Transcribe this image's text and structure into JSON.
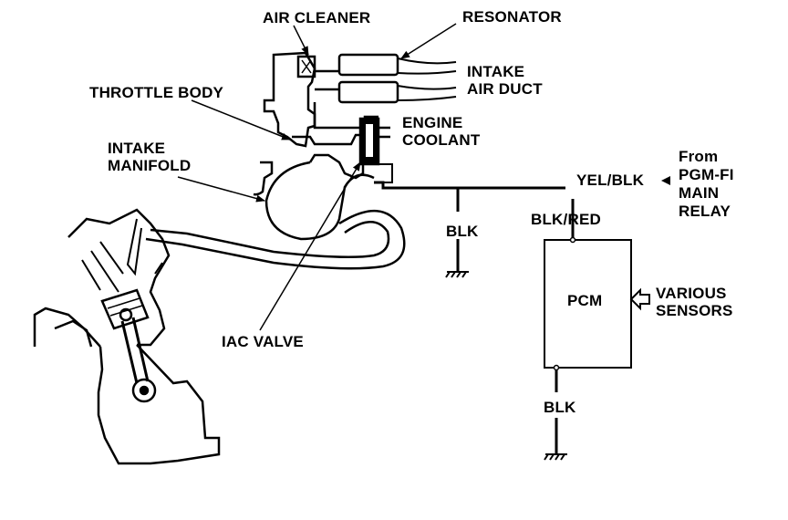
{
  "labels": {
    "air_cleaner": "AIR CLEANER",
    "resonator": "RESONATOR",
    "intake_air_duct": "INTAKE\nAIR DUCT",
    "throttle_body": "THROTTLE BODY",
    "engine_coolant": "ENGINE\nCOOLANT",
    "intake_manifold": "INTAKE\nMANIFOLD",
    "from_relay": "From\nPGM-FI\nMAIN\nRELAY",
    "yel_blk": "YEL/BLK",
    "blk_red": "BLK/RED",
    "blk_left": "BLK",
    "pcm": "PCM",
    "various_sensors": "VARIOUS\nSENSORS",
    "iac_valve": "IAC VALVE",
    "blk_bottom": "BLK"
  },
  "colors": {
    "ink": "#000000",
    "paper": "#ffffff"
  }
}
